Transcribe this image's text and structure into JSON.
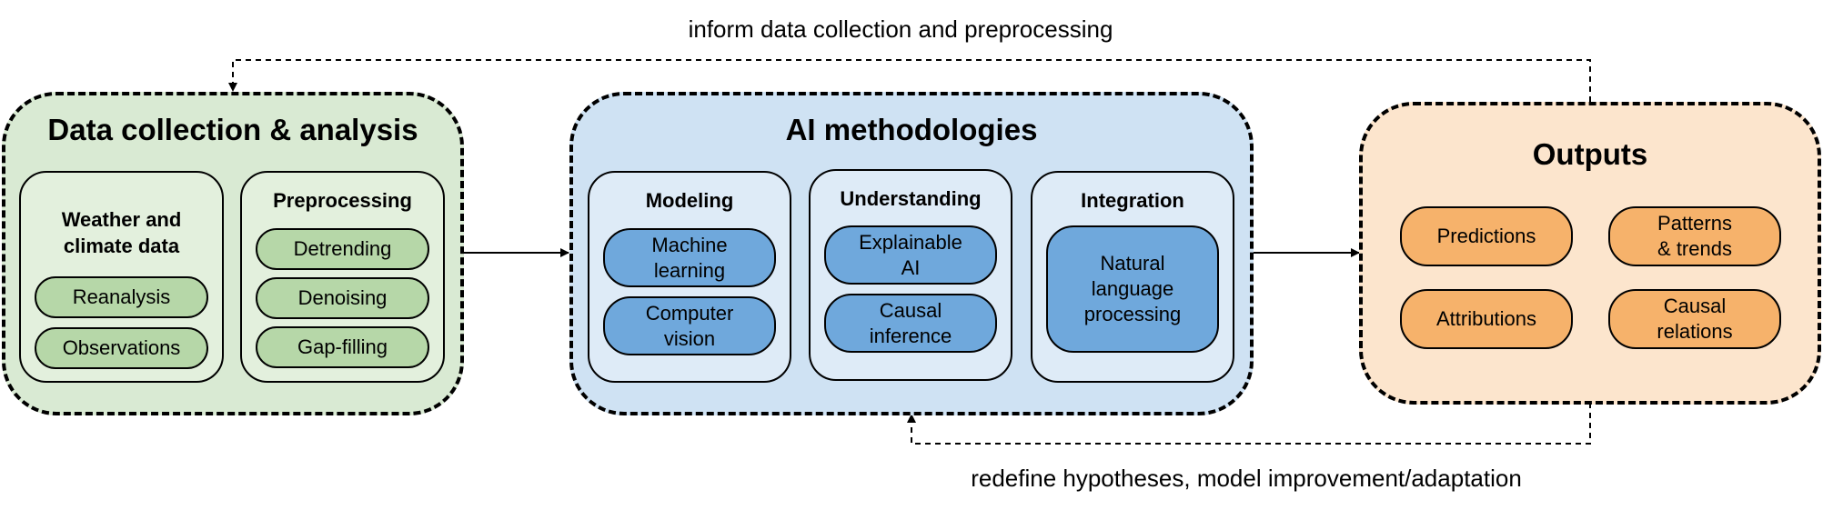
{
  "feedback_top": "inform data collection and preprocessing",
  "feedback_bottom": "redefine hypotheses, model improvement/adaptation",
  "data_section": {
    "title": "Data collection & analysis",
    "weather": {
      "title": "Weather and\nclimate data",
      "items": [
        "Reanalysis",
        "Observations"
      ]
    },
    "preprocessing": {
      "title": "Preprocessing",
      "items": [
        "Detrending",
        "Denoising",
        "Gap-filling"
      ]
    }
  },
  "ai_section": {
    "title": "AI methodologies",
    "modeling": {
      "title": "Modeling",
      "items": [
        "Machine\nlearning",
        "Computer\nvision"
      ]
    },
    "understanding": {
      "title": "Understanding",
      "items": [
        "Explainable\nAI",
        "Causal\ninference"
      ]
    },
    "integration": {
      "title": "Integration",
      "items": [
        "Natural\nlanguage\nprocessing"
      ]
    }
  },
  "outputs_section": {
    "title": "Outputs",
    "items": [
      "Predictions",
      "Patterns\n& trends",
      "Attributions",
      "Causal\nrelations"
    ]
  },
  "colors": {
    "green": "#d9ead3",
    "blue": "#cfe2f3",
    "orange": "#fce5cd"
  }
}
